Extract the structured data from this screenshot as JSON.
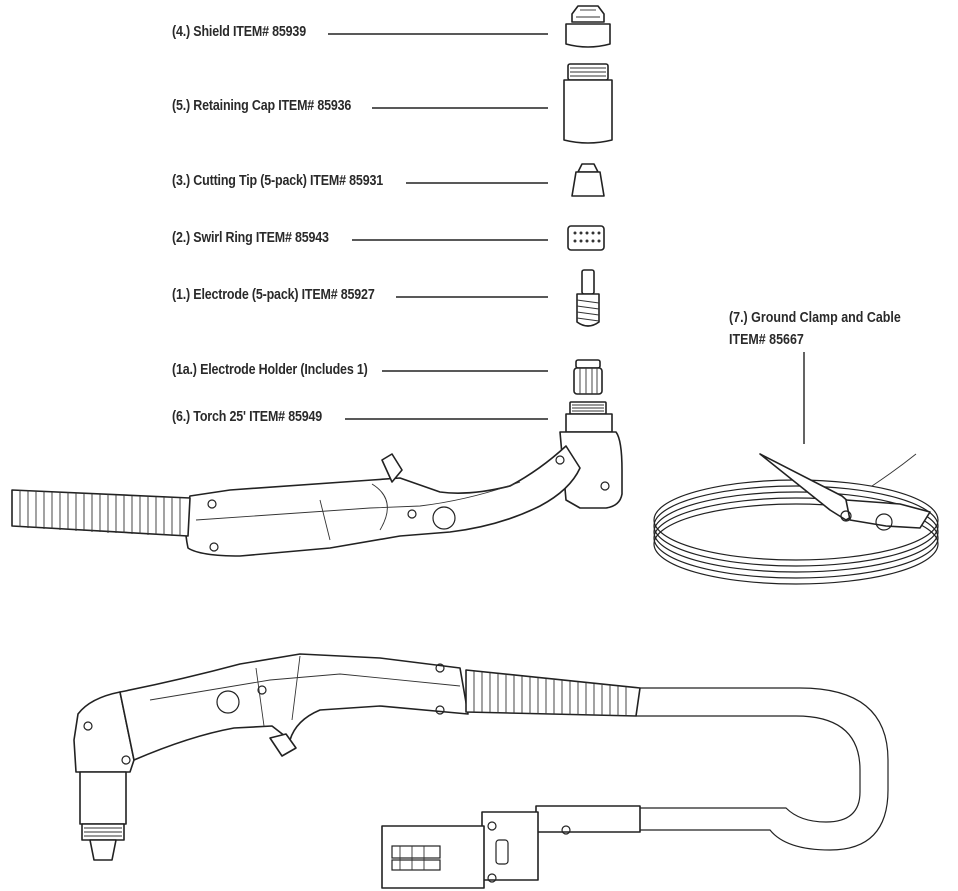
{
  "parts": [
    {
      "id": "shield",
      "label": "(4.) Shield ITEM# 85939"
    },
    {
      "id": "retaining-cap",
      "label": "(5.) Retaining Cap ITEM# 85936"
    },
    {
      "id": "cutting-tip",
      "label": "(3.) Cutting Tip (5-pack) ITEM# 85931"
    },
    {
      "id": "swirl-ring",
      "label": "(2.) Swirl Ring ITEM# 85943"
    },
    {
      "id": "electrode",
      "label": "(1.) Electrode (5-pack) ITEM# 85927"
    },
    {
      "id": "electrode-holder",
      "label": "(1a.) Electrode Holder (Includes 1)"
    },
    {
      "id": "torch",
      "label": "(6.) Torch 25' ITEM# 85949"
    }
  ],
  "ground_clamp": {
    "line1": "(7.) Ground Clamp and Cable",
    "line2": "ITEM# 85667"
  }
}
